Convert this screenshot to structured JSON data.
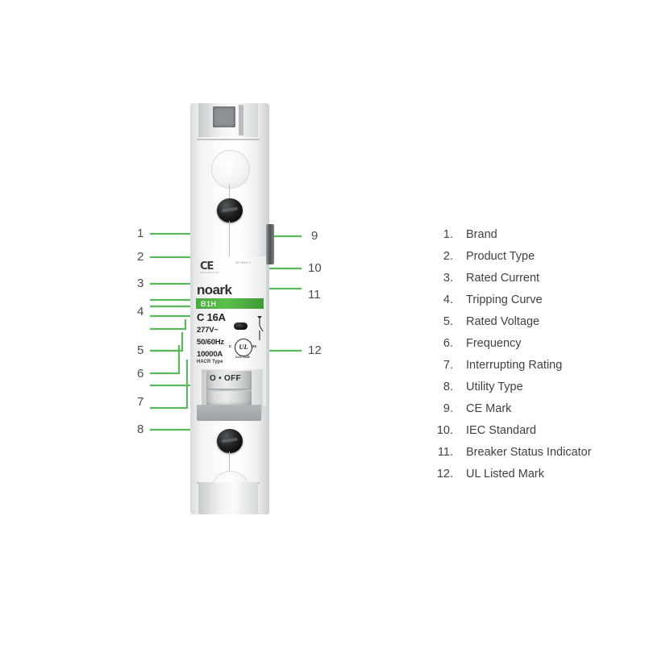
{
  "accent_green": "#5cb85c",
  "breaker": {
    "brand_text": "noark",
    "status_strip_text": "B1H",
    "rating_text": "C 16A",
    "voltage_text": "277V~",
    "frequency_text": "50/60Hz",
    "interrupting_text": "10000A",
    "utility_type_text": "HACR Type",
    "ce_mark_text": "CE",
    "ce_sub_text": "0123 45678 TR",
    "iec_standard_text": "IEC 60947-2",
    "toggle_text": "O • OFF",
    "ul_text": "UL",
    "ul_listed_text": "LISTED",
    "ul_prefix": "c",
    "ul_suffix": "us"
  },
  "callouts": [
    {
      "num": "1",
      "side": "left"
    },
    {
      "num": "2",
      "side": "left"
    },
    {
      "num": "3",
      "side": "left"
    },
    {
      "num": "4",
      "side": "left"
    },
    {
      "num": "5",
      "side": "left"
    },
    {
      "num": "6",
      "side": "left"
    },
    {
      "num": "7",
      "side": "left"
    },
    {
      "num": "8",
      "side": "left"
    },
    {
      "num": "9",
      "side": "right"
    },
    {
      "num": "10",
      "side": "right"
    },
    {
      "num": "11",
      "side": "right"
    },
    {
      "num": "12",
      "side": "right"
    }
  ],
  "legend": [
    {
      "num": "1.",
      "label": "Brand"
    },
    {
      "num": "2.",
      "label": "Product Type"
    },
    {
      "num": "3.",
      "label": "Rated Current"
    },
    {
      "num": "4.",
      "label": "Tripping Curve"
    },
    {
      "num": "5.",
      "label": "Rated Voltage"
    },
    {
      "num": "6.",
      "label": "Frequency"
    },
    {
      "num": "7.",
      "label": "Interrupting Rating"
    },
    {
      "num": "8.",
      "label": "Utility Type"
    },
    {
      "num": "9.",
      "label": "CE Mark"
    },
    {
      "num": "10.",
      "label": "IEC Standard"
    },
    {
      "num": "11.",
      "label": "Breaker Status Indicator"
    },
    {
      "num": "12.",
      "label": "UL Listed Mark"
    }
  ]
}
